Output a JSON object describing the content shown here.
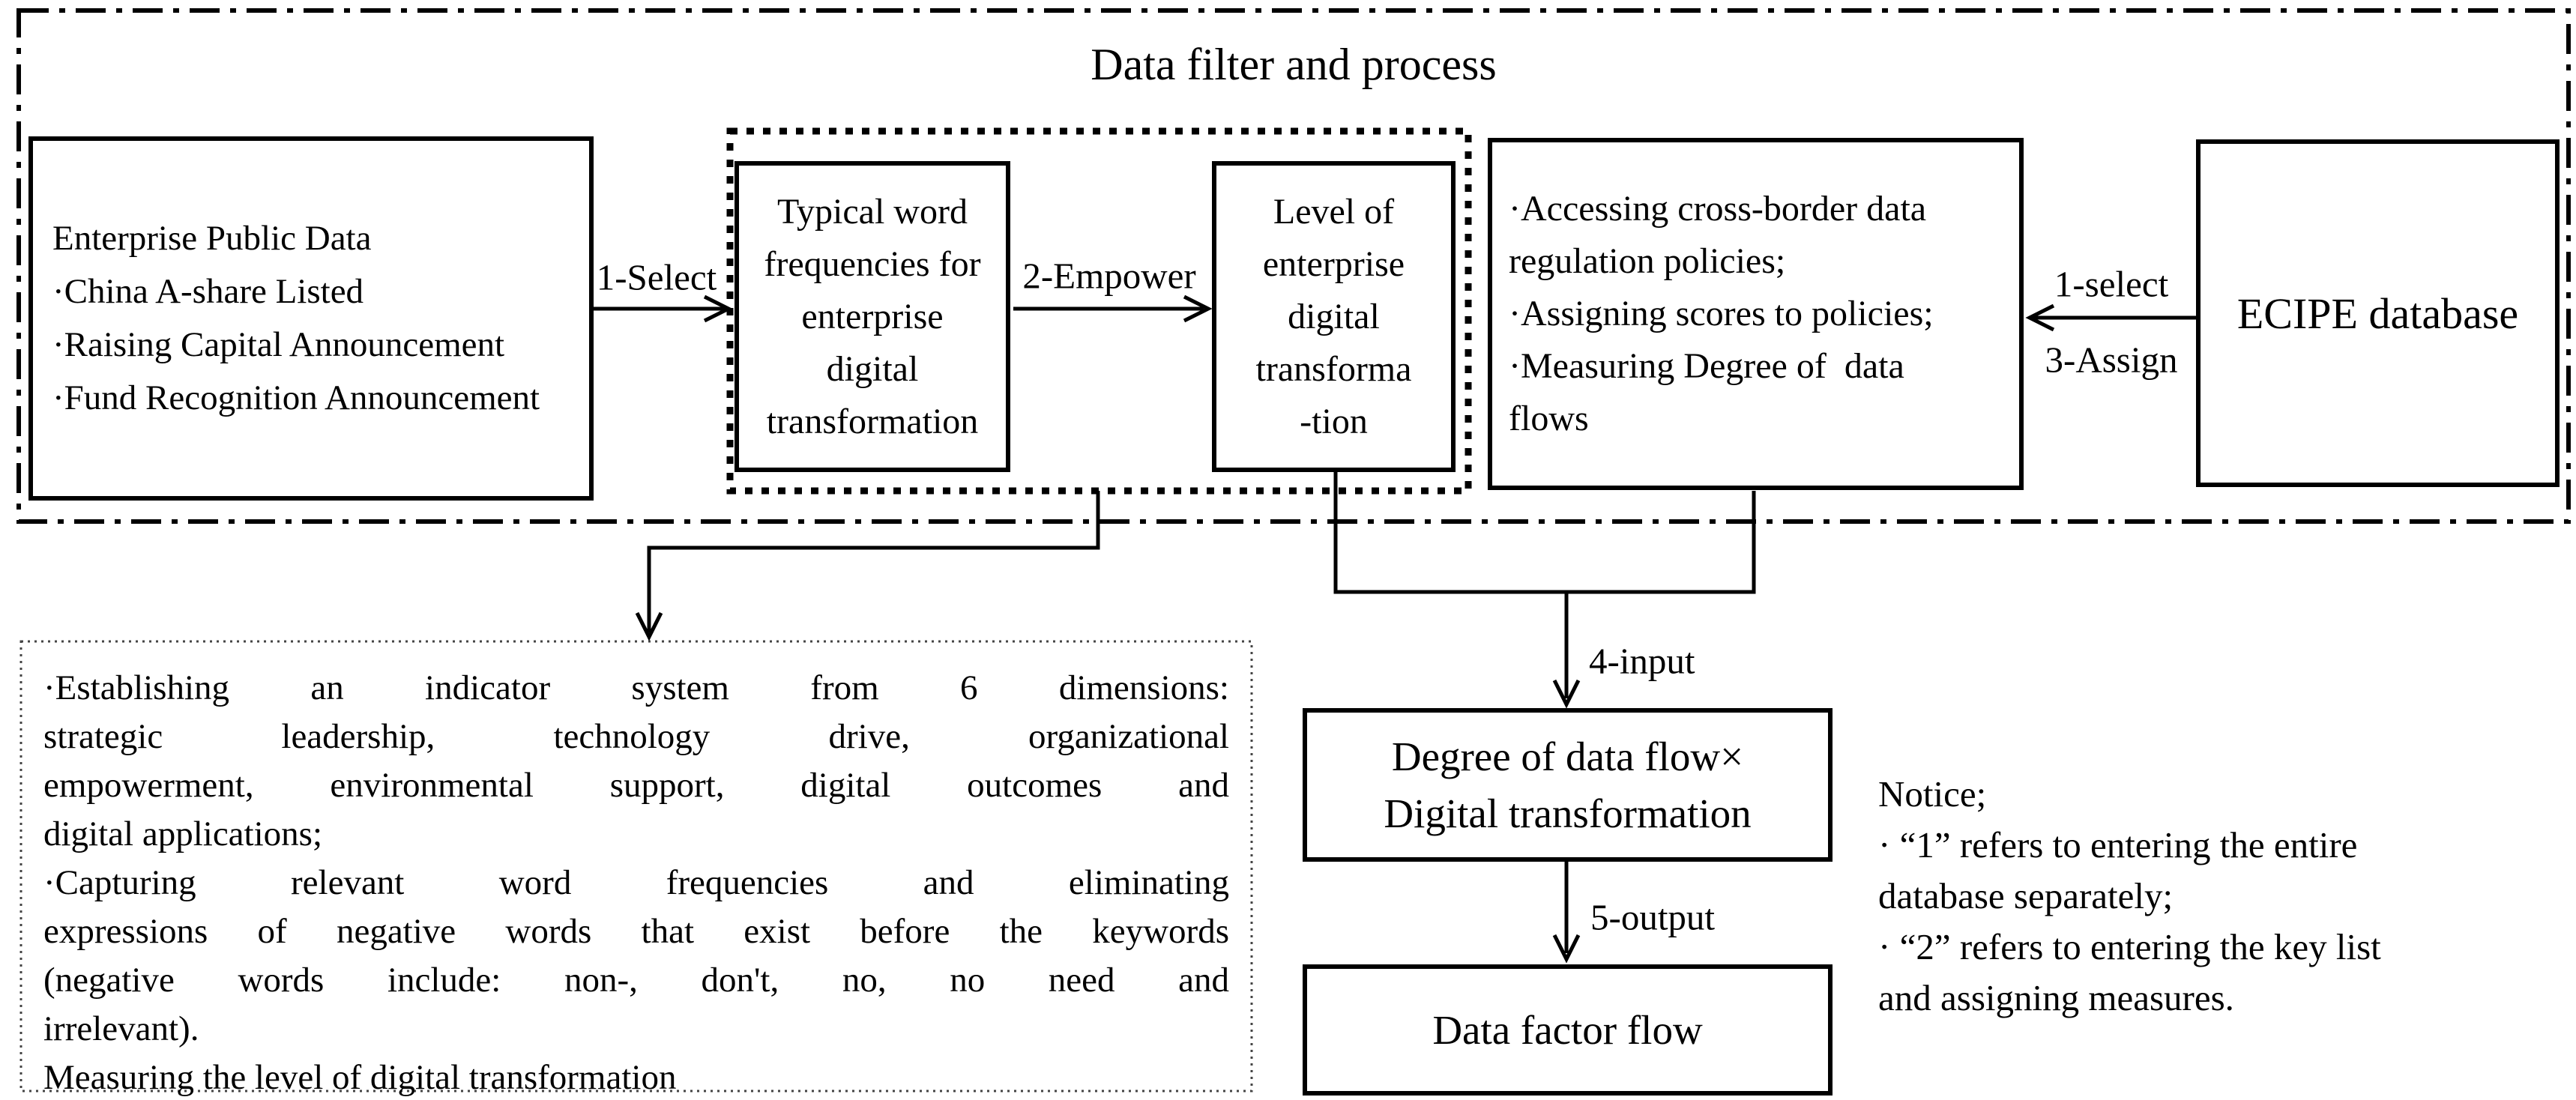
{
  "title": "Data filter and process",
  "boxes": {
    "enterprise": {
      "lines": [
        "Enterprise Public Data",
        "·China A-share Listed",
        "·Raising Capital Announcement",
        "·Fund Recognition Announcement"
      ]
    },
    "word_freq": {
      "lines": [
        "Typical word",
        "frequencies for",
        "enterprise",
        "digital",
        "transformation"
      ]
    },
    "level": {
      "lines": [
        "Level of",
        "enterprise",
        "digital",
        "transforma",
        "-tion"
      ]
    },
    "policies": {
      "lines": [
        "·Accessing cross-border data",
        "regulation policies;",
        "·Assigning scores to policies;",
        "·Measuring Degree of  data",
        "flows"
      ]
    },
    "ecipe": {
      "label": "ECIPE database"
    },
    "degree": {
      "lines": [
        "Degree of data flow×",
        "Digital transformation"
      ]
    },
    "data_factor": {
      "label": "Data factor flow"
    }
  },
  "arrows": {
    "select1_left": "1-Select",
    "empower2": "2-Empower",
    "select1_right": "1-select",
    "assign3": "3-Assign",
    "input4": "4-input",
    "output5": "5-output"
  },
  "bottom_note": {
    "lines": [
      "·Establishing an indicator system from 6 dimensions:",
      "strategic leadership, technology drive, organizational",
      "empowerment, environmental support, digital outcomes and",
      "digital applications;",
      "·Capturing relevant word frequencies and eliminating",
      "expressions of negative words that exist before the keywords",
      "(negative words include: non-, don't, no, no need and",
      "irrelevant).",
      "Measuring the level of digital transformation"
    ]
  },
  "notice": {
    "lines": [
      "Notice;",
      "· “1” refers to entering the entire",
      "database separately;",
      "· “2” refers to entering the key list",
      "and assigning measures."
    ]
  },
  "colors": {
    "ink": "#000000",
    "background": "#ffffff"
  }
}
